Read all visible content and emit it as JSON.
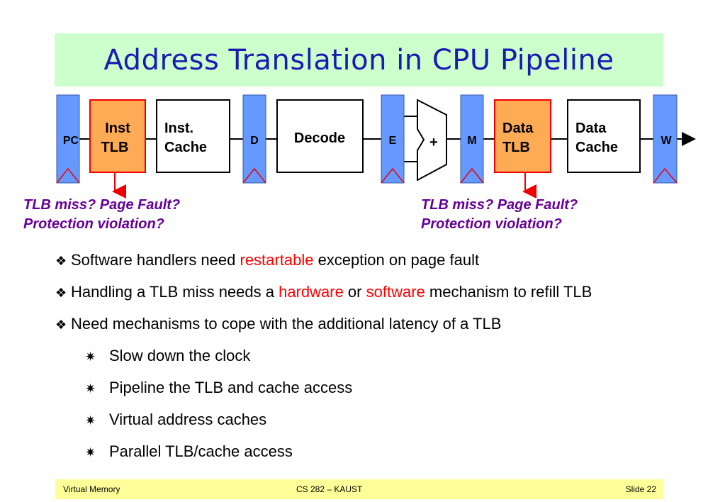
{
  "slide": {
    "title": "Address Translation in CPU Pipeline",
    "diagram": {
      "registers": {
        "pc": "PC",
        "d": "D",
        "e": "E",
        "m": "M",
        "w": "W"
      },
      "inst_tlb": [
        "Inst",
        "TLB"
      ],
      "inst_cache": [
        "Inst.",
        "Cache"
      ],
      "decode": "Decode",
      "alu": "+",
      "data_tlb": [
        "Data",
        "TLB"
      ],
      "data_cache": [
        "Data",
        "Cache"
      ],
      "colors": {
        "register": "#6699ff",
        "tlb": "#ffaa55",
        "arrow": "#ee0000",
        "note": "#660099"
      }
    },
    "notes": {
      "left": [
        "TLB miss? Page Fault?",
        "Protection violation?"
      ],
      "right": [
        "TLB miss? Page Fault?",
        "Protection violation?"
      ]
    },
    "bullets": [
      {
        "mark": "❖",
        "a": "Software handlers need ",
        "b": "restartable",
        "c": " exception on page fault"
      },
      {
        "mark": "❖",
        "a": "Handling a TLB miss needs a ",
        "b": "hardware",
        "c": " or ",
        "d": "software",
        "e": " mechanism to refill TLB"
      },
      {
        "mark": "❖",
        "a": "Need mechanisms to cope with the additional latency of a TLB"
      }
    ],
    "sub_bullets": [
      {
        "mark": "✷",
        "text": "Slow down the clock"
      },
      {
        "mark": "✷",
        "text": "Pipeline the TLB and cache access"
      },
      {
        "mark": "✷",
        "text": "Virtual address caches"
      },
      {
        "mark": "✷",
        "text": "Parallel TLB/cache access"
      }
    ],
    "footer": {
      "left": "Virtual Memory",
      "center": "CS 282 – KAUST",
      "right": "Slide 22"
    }
  }
}
